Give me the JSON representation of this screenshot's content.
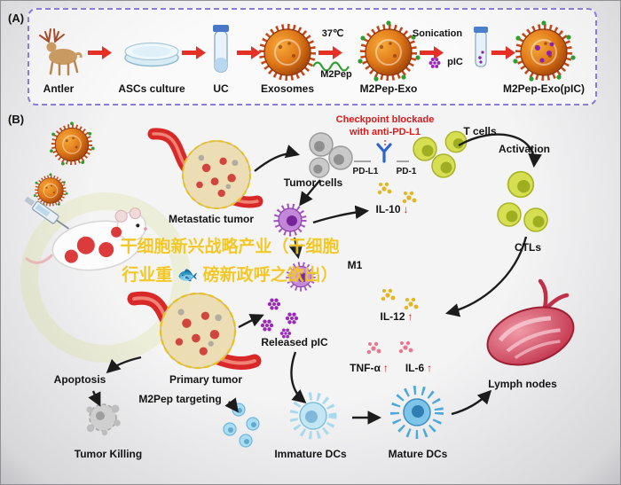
{
  "figure": {
    "panel_a_tag": "(A)",
    "panel_b_tag": "(B)"
  },
  "panelA": {
    "stages": [
      {
        "label": "Antler",
        "icon": "deer"
      },
      {
        "label": "ASCs culture",
        "icon": "petri-dish"
      },
      {
        "label": "UC",
        "icon": "centrifuge-tube"
      },
      {
        "label": "Exosomes",
        "icon": "exosome"
      },
      {
        "label": "M2Pep-Exo",
        "icon": "exosome-m2pep"
      },
      {
        "label": "M2Pep-Exo(pIC)",
        "icon": "exosome-m2pep-pic"
      }
    ],
    "temp": "37℃",
    "m2pep": "M2Pep",
    "sonication": "Sonication",
    "pic": "pIC"
  },
  "panelB": {
    "checkpoint_line1": "Checkpoint blockade",
    "checkpoint_line2": "with anti-PD-L1",
    "pd_l1": "PD-L1",
    "pd_1": "PD-1",
    "t_cells": "T cells",
    "activation": "Activation",
    "tumor_cells": "Tumor cells",
    "metastatic_tumor": "Metastatic tumor",
    "ctls": "CTLs",
    "il10": "IL-10",
    "il10_arrow": "↓",
    "m1": "M1",
    "il12": "IL-12",
    "il12_arrow": "↑",
    "released_pic": "Released pIC",
    "tnf_alpha": "TNF-α",
    "tnf_arrow": "↑",
    "il6": "IL-6",
    "il6_arrow": "↑",
    "lymph_nodes": "Lymph nodes",
    "apoptosis": "Apoptosis",
    "primary_tumor": "Primary tumor",
    "m2pep_targeting": "M2Pep targeting",
    "tumor_killing": "Tumor Killing",
    "immature_dcs": "Immature DCs",
    "mature_dcs": "Mature DCs"
  },
  "watermark": {
    "line1": "干细胞新兴战略产业（干细胞",
    "line2": "行业重 🐟 磅新政呼之欲出）"
  },
  "colors": {
    "panel_border": "#8a7ae0",
    "flow_arrow_red": "#e63026",
    "checkpoint_red": "#e01818",
    "watermark_yellow": "#f4c51d",
    "exosome_orange": "#e07818",
    "lymph_pink": "#d94b60"
  }
}
